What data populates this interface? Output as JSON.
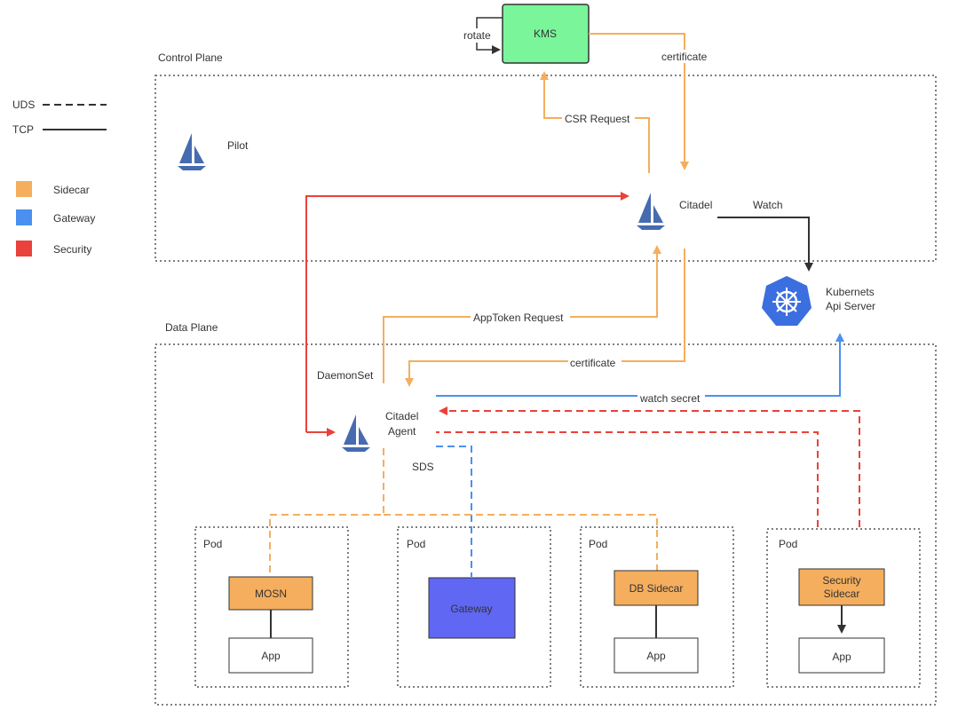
{
  "legend": {
    "uds": "UDS",
    "tcp": "TCP",
    "sidecar": "Sidecar",
    "gateway": "Gateway",
    "security": "Security",
    "colors": {
      "sidecar": "#f4ae5e",
      "gateway": "#4a90f0",
      "security": "#e8423a"
    }
  },
  "control_plane": {
    "title": "Control Plane",
    "kms": "KMS",
    "rotate": "rotate",
    "certificate_top": "certificate",
    "csr_request": "CSR Request",
    "pilot": "Pilot",
    "citadel": "Citadel",
    "watch": "Watch"
  },
  "kubernetes": {
    "line1": "Kubernets",
    "line2": "Api Server"
  },
  "data_plane": {
    "title": "Data Plane",
    "apptoken_request": "AppToken Request",
    "certificate": "certificate",
    "daemonset": "DaemonSet",
    "agent_line1": "Citadel",
    "agent_line2": "Agent",
    "watch_secret": "watch secret",
    "sds": "SDS"
  },
  "pods": [
    {
      "label": "Pod",
      "sidecar": "MOSN",
      "app": "App"
    },
    {
      "label": "Pod",
      "sidecar": "Gateway"
    },
    {
      "label": "Pod",
      "sidecar": "DB Sidecar",
      "app": "App"
    },
    {
      "label": "Pod",
      "sidecar_line1": "Security",
      "sidecar_line2": "Sidecar",
      "app": "App"
    }
  ]
}
